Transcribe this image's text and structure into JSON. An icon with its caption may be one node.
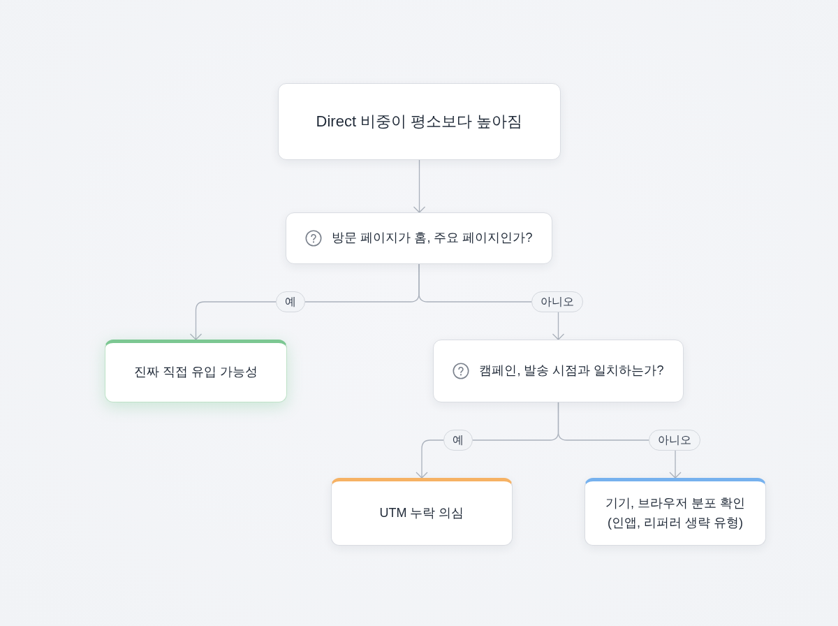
{
  "diagram": {
    "nodes": [
      {
        "text": [
          "Direct 비중이 평소보다 높아짐"
        ]
      },
      {
        "text": [
          "방문 페이지가 홈, 주요 페이지인가?"
        ]
      },
      {
        "text": [
          "진짜 직접 유입 가능성"
        ]
      },
      {
        "text": [
          "캠페인, 발송 시점과 일치하는가?"
        ]
      },
      {
        "text": [
          "UTM 누락 의심"
        ]
      },
      {
        "text": [
          "기기, 브라우저 분포 확인 (인앱, 리퍼러 생략 유형)"
        ]
      }
    ],
    "edges": [
      {
        "from": 0,
        "to": 1,
        "arrow": "to"
      },
      {
        "from": 1,
        "to": 2,
        "arrow": "to",
        "label": "예"
      },
      {
        "from": 1,
        "to": 3,
        "arrow": "to",
        "label": "아니오"
      },
      {
        "from": 3,
        "to": 4,
        "arrow": "to",
        "label": "예"
      },
      {
        "from": 3,
        "to": 5,
        "arrow": "to",
        "label": "아니오"
      }
    ]
  }
}
